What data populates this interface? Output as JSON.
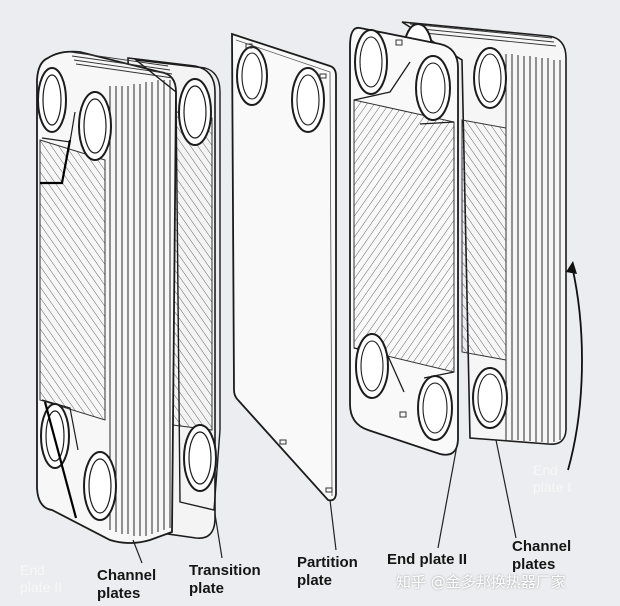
{
  "labels": {
    "channel_plates_left": "Channel\nplates",
    "transition_plate": "Transition\nplate",
    "partition_plate": "Partition\nplate",
    "end_plate_ii": "End plate II",
    "channel_plates_right": "Channel\nplates"
  },
  "ghost_labels": {
    "end_plate_i_right": "End\nplate I",
    "end_plate_ii_left": "End\nplate II"
  },
  "watermark": "知乎 @金多邦换热器厂家",
  "colors": {
    "background": "#ecedf0",
    "plate_fill": "#f7f7f7",
    "line": "#1c1c1c"
  }
}
